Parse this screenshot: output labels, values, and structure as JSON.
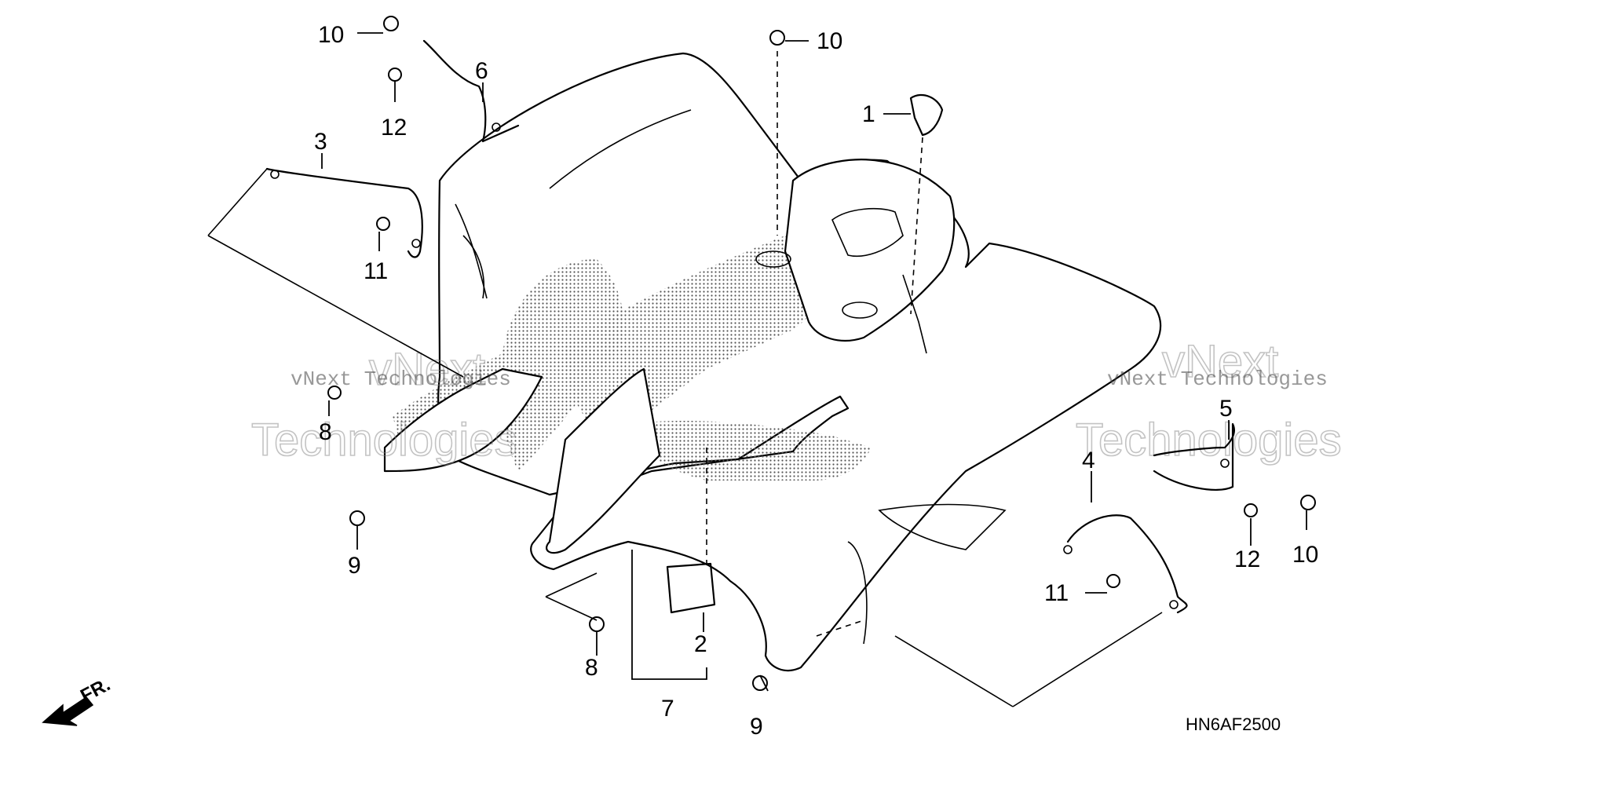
{
  "diagram": {
    "callouts": [
      {
        "id": "c10a",
        "label": "10"
      },
      {
        "id": "c10b",
        "label": "10"
      },
      {
        "id": "c10c",
        "label": "10"
      },
      {
        "id": "c12a",
        "label": "12"
      },
      {
        "id": "c12b",
        "label": "12"
      },
      {
        "id": "c6",
        "label": "6"
      },
      {
        "id": "c1",
        "label": "1"
      },
      {
        "id": "c3",
        "label": "3"
      },
      {
        "id": "c11a",
        "label": "11"
      },
      {
        "id": "c11b",
        "label": "11"
      },
      {
        "id": "c8a",
        "label": "8"
      },
      {
        "id": "c8b",
        "label": "8"
      },
      {
        "id": "c9a",
        "label": "9"
      },
      {
        "id": "c9b",
        "label": "9"
      },
      {
        "id": "c2",
        "label": "2"
      },
      {
        "id": "c7",
        "label": "7"
      },
      {
        "id": "c5",
        "label": "5"
      },
      {
        "id": "c4",
        "label": "4"
      }
    ],
    "part_code": "HN6AF2500",
    "direction_label": "FR.",
    "watermark_small": "vNext Technologies",
    "watermark_big_1": "vNext",
    "watermark_big_2": "Technologies"
  }
}
